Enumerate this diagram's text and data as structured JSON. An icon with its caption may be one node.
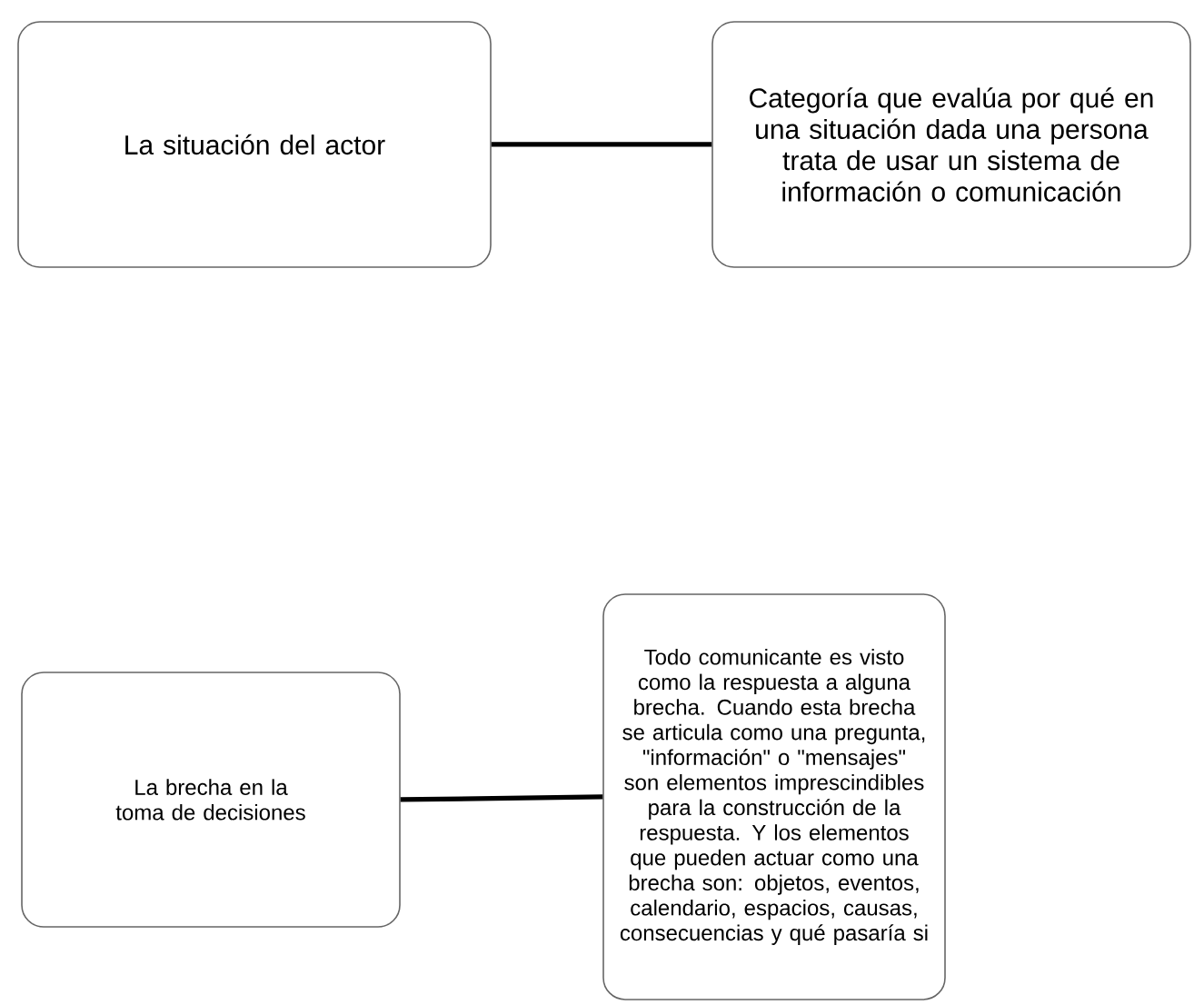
{
  "diagram": {
    "nodes": [
      {
        "text": [
          "La situación del actor"
        ]
      },
      {
        "text": [
          "Categoría que evalúa por qué en una situación dada una persona trata de usar un sistema de información o comunicación"
        ]
      },
      {
        "text": [
          "La brecha en la toma de decisiones"
        ]
      },
      {
        "text": [
          "Todo comunicante es visto como la respuesta a alguna brecha. Cuando esta brecha se articula como una pregunta, \"información\" o \"mensajes\" son elementos imprescindibles para la construcción de la respuesta. Y los elementos que pueden actuar como una brecha son: objetos, eventos, calendario, espacios, causas, consecuencias y qué pasaría si"
        ]
      }
    ],
    "edges": [
      {
        "from": 0,
        "to": 1,
        "arrow": "none"
      },
      {
        "from": 2,
        "to": 3,
        "arrow": "none"
      }
    ]
  }
}
